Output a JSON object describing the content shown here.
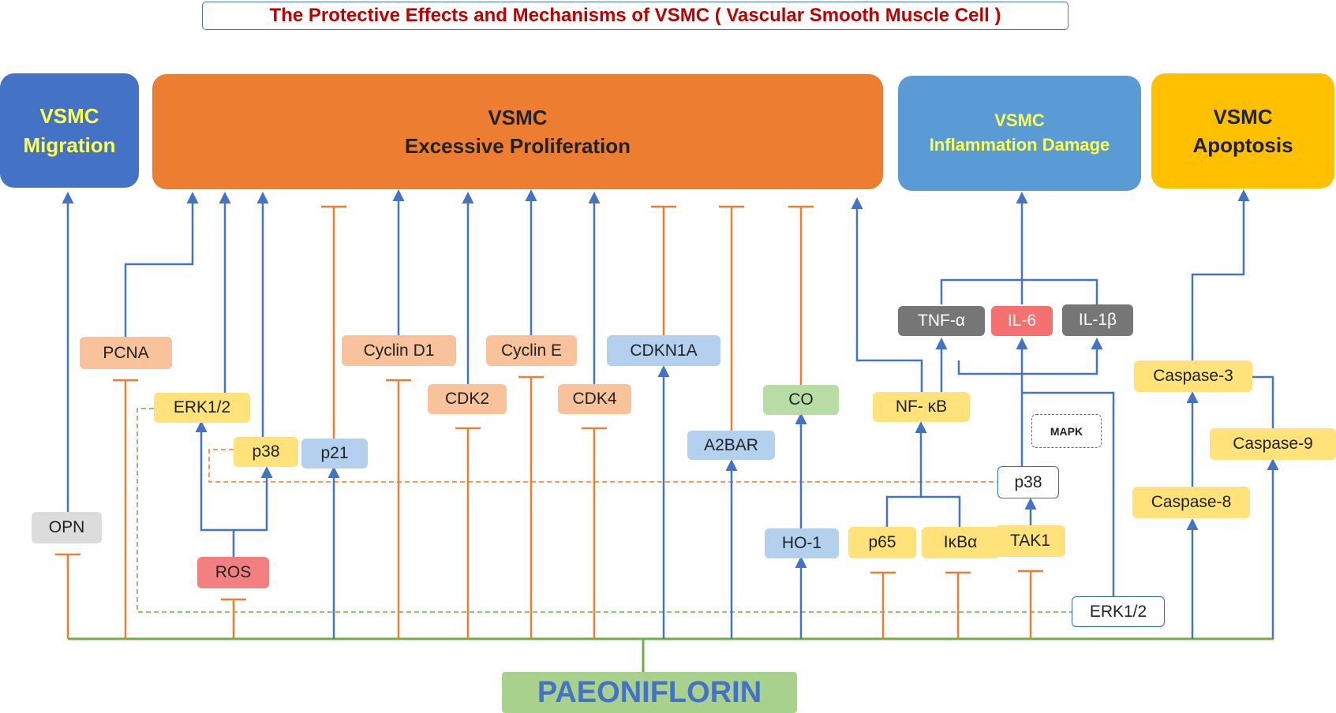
{
  "title": "The Protective Effects and Mechanisms of VSMC ( Vascular Smooth Muscle Cell )",
  "headers": {
    "migration": [
      "VSMC",
      "Migration"
    ],
    "proliferation": [
      "VSMC",
      "Excessive Proliferation"
    ],
    "inflammation": [
      "VSMC",
      "Inflammation Damage"
    ],
    "apoptosis": [
      "VSMC",
      "Apoptosis"
    ]
  },
  "nodes": {
    "opn": "OPN",
    "pcna": "PCNA",
    "erk12_left": "ERK1/2",
    "p38_left": "p38",
    "p21": "p21",
    "ros": "ROS",
    "cyclin_d1": "Cyclin D1",
    "cdk2": "CDK2",
    "cyclin_e": "Cyclin E",
    "cdk4": "CDK4",
    "cdkn1a": "CDKN1A",
    "a2bar": "A2BAR",
    "co": "CO",
    "ho1": "HO-1",
    "nfkb": "NF- κB",
    "p65": "p65",
    "ikba": "IκBα",
    "tnfa": "TNF-α",
    "il6": "IL-6",
    "il1b": "IL-1β",
    "mapk": "MAPK",
    "p38_right": "p38",
    "tak1": "TAK1",
    "erk12_right": "ERK1/2",
    "caspase3": "Caspase-3",
    "caspase8": "Caspase-8",
    "caspase9": "Caspase-9"
  },
  "drug": "PAEONIFLORIN",
  "colors": {
    "title_text": "#c00000",
    "migration_bg": "#4472c4",
    "proliferation_bg": "#ed7d31",
    "inflammation_bg": "#5b9bd5",
    "apoptosis_bg": "#ffc000",
    "activate_line": "#4472c4",
    "inhibit_line": "#ed7d31",
    "base_line": "#70ad47"
  }
}
